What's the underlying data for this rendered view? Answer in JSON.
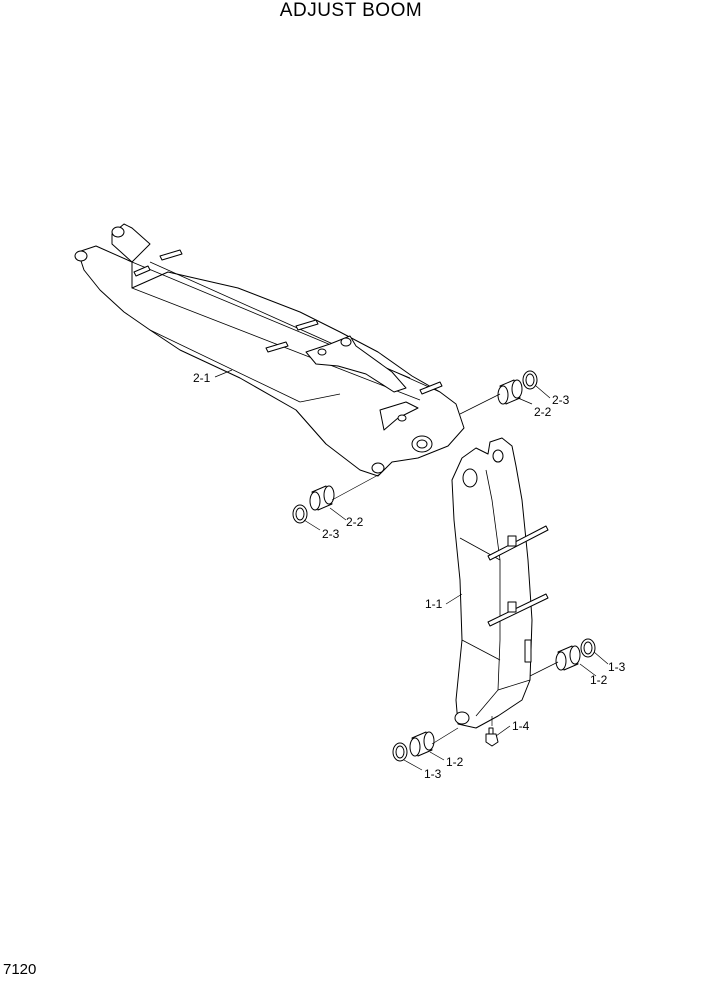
{
  "title": "ADJUST BOOM",
  "page_number": "7120",
  "labels": {
    "l21": "2-1",
    "l22a": "2-2",
    "l23a": "2-3",
    "l22b": "2-2",
    "l23b": "2-3",
    "l11": "1-1",
    "l12a": "1-2",
    "l13a": "1-3",
    "l14": "1-4",
    "l12b": "1-2",
    "l13b": "1-3"
  }
}
